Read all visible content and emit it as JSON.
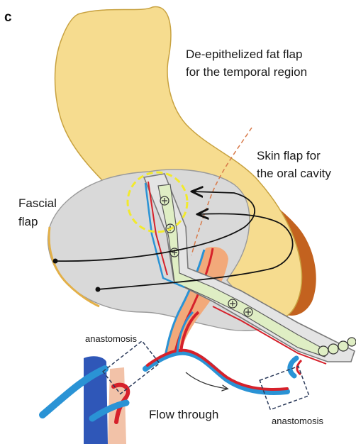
{
  "panel_label": "c",
  "labels": {
    "fat_flap_line1": "De-epithelized fat flap",
    "fat_flap_line2": "for the temporal region",
    "skin_flap_line1": "Skin flap for",
    "skin_flap_line2": "the oral cavity",
    "fascial_line1": "Fascial",
    "fascial_line2": "flap",
    "anastomosis_left": "anastomosis",
    "anastomosis_right": "anastomosis",
    "flow_through": "Flow through"
  },
  "colors": {
    "fat": "#f6dc8f",
    "fat_edge": "#c8a240",
    "fat_shadow": "#e3b048",
    "fat_deep": "#c3621f",
    "fascia": "#d9d9d9",
    "fascia_edge": "#9a9a9a",
    "skin_green": "#dfeec4",
    "artery": "#d6212b",
    "vein": "#2a93d5",
    "vein_dark": "#2f57b8",
    "muscle": "#f2a97a",
    "highlight": "#f2ea2c"
  }
}
